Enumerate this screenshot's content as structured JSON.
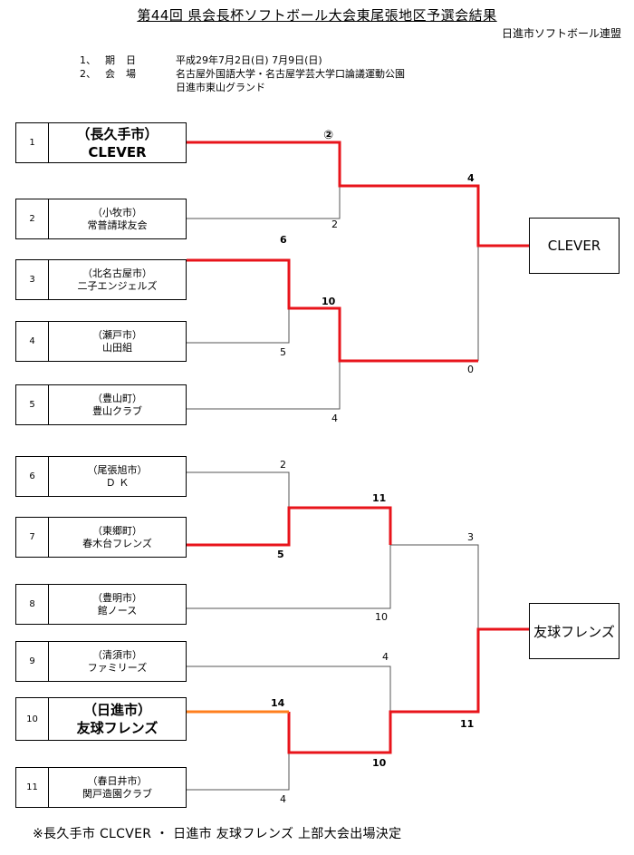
{
  "title": "第44回 県会長杯ソフトボール大会東尾張地区予選会結果",
  "organizer": "日進市ソフトボール連盟",
  "info": [
    {
      "no": "1、",
      "key": "期日",
      "value": "平成29年7月2日(日) 7月9日(日)"
    },
    {
      "no": "2、",
      "key": "会場",
      "value": "名古屋外国語大学・名古屋学芸大学口論議運動公園"
    },
    {
      "no": "",
      "key": "",
      "value": "日進市東山グランド"
    }
  ],
  "teams": [
    {
      "no": "1",
      "city": "（長久手市）",
      "name": "CLEVER"
    },
    {
      "no": "2",
      "city": "（小牧市）",
      "name": "常普請球友会"
    },
    {
      "no": "3",
      "city": "（北名古屋市）",
      "name": "二子エンジェルズ"
    },
    {
      "no": "4",
      "city": "（瀬戸市）",
      "name": "山田組"
    },
    {
      "no": "5",
      "city": "（豊山町）",
      "name": "豊山クラブ"
    },
    {
      "no": "6",
      "city": "（尾張旭市）",
      "name": "Ｄ Ｋ"
    },
    {
      "no": "7",
      "city": "（東郷町）",
      "name": "春木台フレンズ"
    },
    {
      "no": "8",
      "city": "（豊明市）",
      "name": "館ノース"
    },
    {
      "no": "9",
      "city": "（清須市）",
      "name": "ファミリーズ"
    },
    {
      "no": "10",
      "city": "（日進市）",
      "name": "友球フレンズ"
    },
    {
      "no": "11",
      "city": "（春日井市）",
      "name": "関戸造園クラブ"
    }
  ],
  "scores": {
    "s1": "②",
    "s2": "2",
    "s3": "6",
    "s4": "5",
    "s5": "10",
    "s6": "4",
    "s7": "4",
    "s8": "0",
    "s9": "2",
    "s10": "5",
    "s11": "11",
    "s12": "10",
    "s13": "4",
    "s14": "14",
    "s15": "10",
    "s16": "4",
    "s17": "3",
    "s18": "11"
  },
  "winners": {
    "top": "CLEVER",
    "bottom": "友球フレンズ"
  },
  "note": "※長久手市 CLCVER ・ 日進市 友球フレンズ 上部大会出場決定",
  "colors": {
    "win": "#e8141b",
    "win_alt": "#ff7f1e",
    "line": "#555555"
  }
}
